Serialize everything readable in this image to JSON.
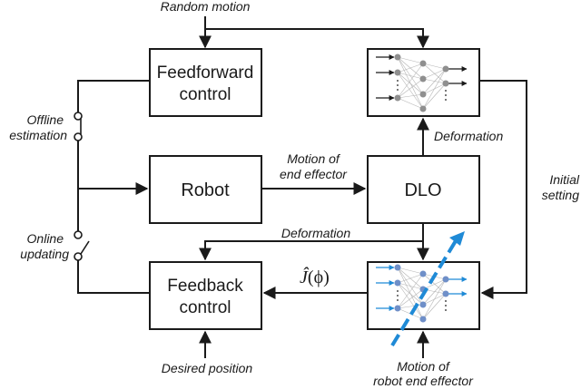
{
  "blocks": {
    "feedforward": [
      "Feedforward",
      "control"
    ],
    "robot": "Robot",
    "dlo": "DLO",
    "feedback": [
      "Feedback",
      "control"
    ]
  },
  "labels": {
    "random_motion": "Random motion",
    "offline": [
      "Offline",
      "estimation"
    ],
    "online": [
      "Online",
      "updating"
    ],
    "motion_end_effector": [
      "Motion of",
      "end effector"
    ],
    "deformation_top": "Deformation",
    "deformation_mid": "Deformation",
    "initial_setting": [
      "Initial",
      "setting"
    ],
    "desired_position": "Desired position",
    "motion_robot_end_effector": [
      "Motion of",
      "robot end effector"
    ]
  },
  "jacobian": {
    "symbol": "Ĵ",
    "open": "(",
    "arg": "ϕ",
    "close": ")"
  },
  "colors": {
    "line": "#1a1a1a",
    "accent": "#1f8ad6",
    "node_gray": "#8f8f8f"
  }
}
